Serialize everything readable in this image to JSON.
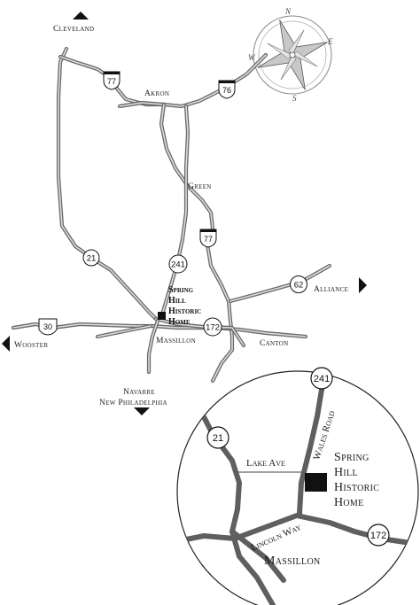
{
  "cities": {
    "cleveland": "Cleveland",
    "akron": "Akron",
    "green": "Green",
    "alliance": "Alliance",
    "wooster": "Wooster",
    "massillon": "Massillon",
    "canton": "Canton",
    "navarre": "Navarre",
    "new_philadelphia": "New Philadelphia"
  },
  "home": {
    "line1": "Spring",
    "line2": "Hill",
    "line3": "Historic",
    "line4": "Home"
  },
  "routes": {
    "i77_north": "77",
    "i76": "76",
    "i77_south": "77",
    "us30": "30",
    "sr21": "21",
    "sr241": "241",
    "sr62": "62",
    "sr172": "172"
  },
  "compass": {
    "n": "N",
    "e": "E",
    "s": "S",
    "w": "W"
  },
  "inset": {
    "route21": "21",
    "route241": "241",
    "route172": "172",
    "lake_ave": "Lake Ave",
    "wales_road": "Wales Road",
    "lincoln_way": "Lincoln Way",
    "massillon": "Massillon",
    "home_line1": "Spring",
    "home_line2": "Hill",
    "home_line3": "Historic",
    "home_line4": "Home"
  },
  "colors": {
    "road": "#6a6a6a",
    "inset_road": "#5f5f5f",
    "marker": "#111111"
  }
}
